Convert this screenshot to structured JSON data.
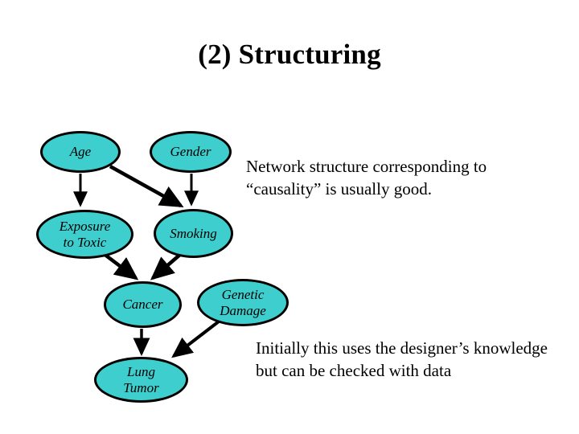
{
  "slide": {
    "title": "(2) Structuring",
    "background_color": "#ffffff",
    "text_color": "#000000"
  },
  "diagram": {
    "type": "bayesian-network",
    "node_fill_color": "#3FCECE",
    "node_border_color": "#000000",
    "edge_color": "#000000",
    "nodes": [
      {
        "id": "age",
        "label": "Age"
      },
      {
        "id": "gender",
        "label": "Gender"
      },
      {
        "id": "exposure",
        "label": "Exposure\nto Toxic"
      },
      {
        "id": "smoking",
        "label": "Smoking"
      },
      {
        "id": "cancer",
        "label": "Cancer"
      },
      {
        "id": "genetic",
        "label": "Genetic\nDamage"
      },
      {
        "id": "lungtumor",
        "label": "Lung\nTumor"
      }
    ],
    "edges": [
      {
        "from": "age",
        "to": "exposure"
      },
      {
        "from": "age",
        "to": "smoking"
      },
      {
        "from": "gender",
        "to": "smoking"
      },
      {
        "from": "exposure",
        "to": "cancer"
      },
      {
        "from": "smoking",
        "to": "cancer"
      },
      {
        "from": "cancer",
        "to": "lungtumor"
      },
      {
        "from": "genetic",
        "to": "lungtumor"
      }
    ]
  },
  "notes": {
    "causality": "Network structure corresponding to “causality” is usually good.",
    "knowledge": "Initially this uses the designer’s knowledge but can be checked with data"
  }
}
